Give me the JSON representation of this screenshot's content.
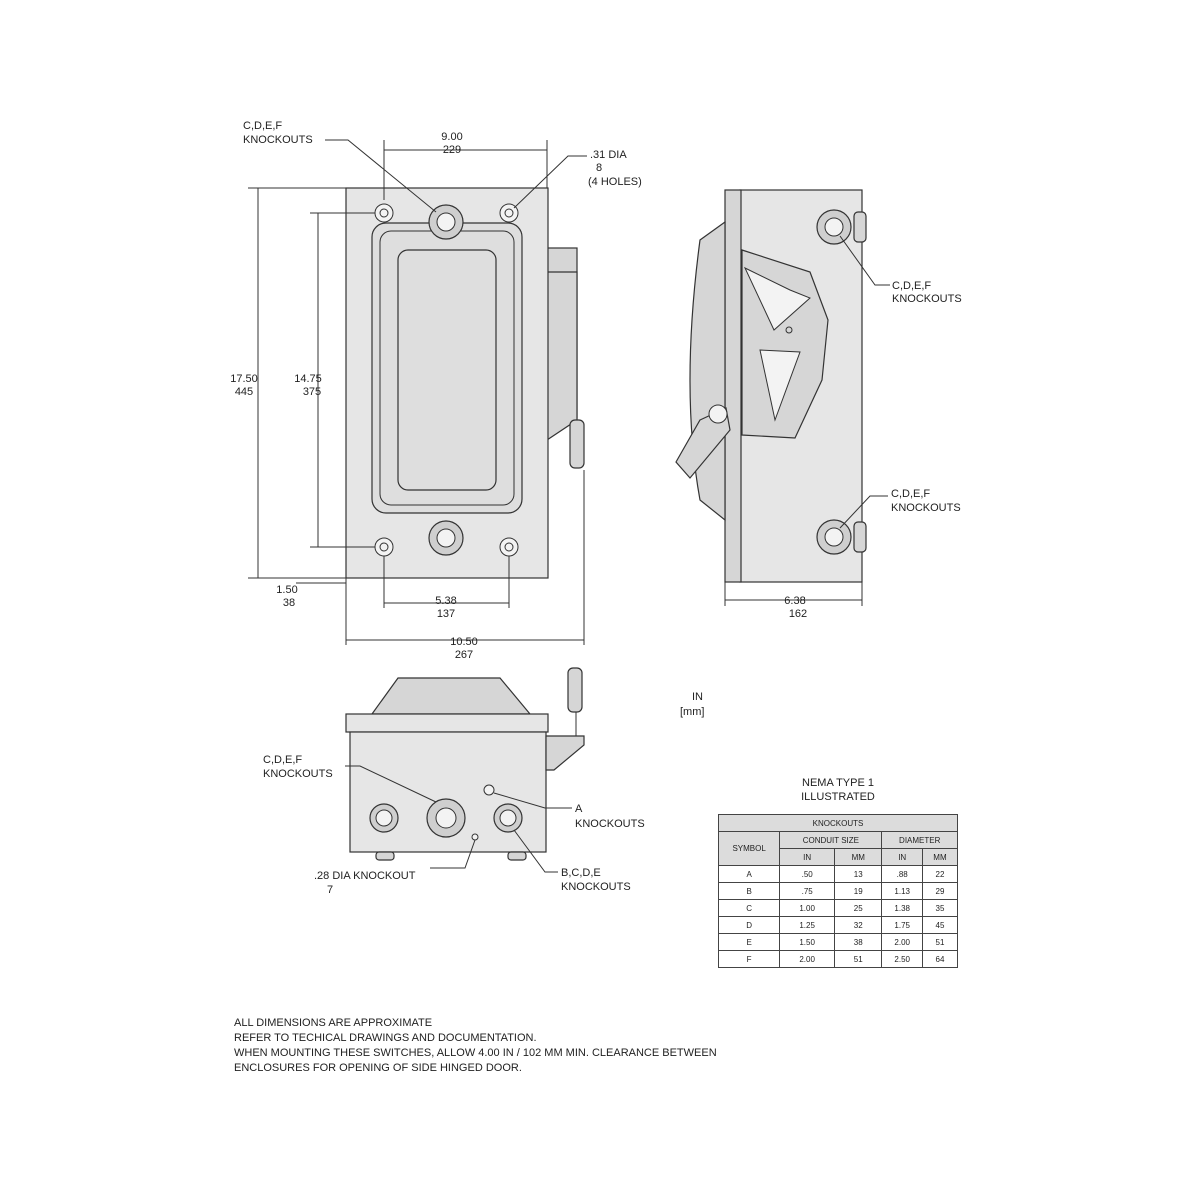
{
  "front_view": {
    "cdef_label_1": "C,D,E,F",
    "cdef_label_2": "KNOCKOUTS",
    "width_in": "9.00",
    "width_mm": "229",
    "hole_in": ".31 DIA",
    "hole_mm": "8",
    "hole_count": "(4 HOLES)",
    "height_in": "17.50",
    "height_mm": "445",
    "mount_h_in": "14.75",
    "mount_h_mm": "375",
    "offset_in": "1.50",
    "offset_mm": "38",
    "mount_w_in": "5.38",
    "mount_w_mm": "137",
    "overall_w_in": "10.50",
    "overall_w_mm": "267"
  },
  "side_view": {
    "top_ko_1": "C,D,E,F",
    "top_ko_2": "KNOCKOUTS",
    "bottom_ko_1": "C,D,E,F",
    "bottom_ko_2": "KNOCKOUTS",
    "depth_in": "6.38",
    "depth_mm": "162"
  },
  "bottom_view": {
    "cdef_1": "C,D,E,F",
    "cdef_2": "KNOCKOUTS",
    "a_1": "A",
    "a_2": "KNOCKOUTS",
    "small_1": ".28 DIA KNOCKOUT",
    "small_2": "7",
    "bcde_1": "B,C,D,E",
    "bcde_2": "KNOCKOUTS"
  },
  "units": {
    "line1": "IN",
    "line2": "[mm]"
  },
  "table": {
    "caption_1": "NEMA TYPE 1",
    "caption_2": "ILLUSTRATED",
    "title": "KNOCKOUTS",
    "symbol_header": "SYMBOL",
    "conduit_header": "CONDUIT SIZE",
    "diameter_header": "DIAMETER",
    "sub_headers": [
      "IN",
      "MM",
      "IN",
      "MM"
    ],
    "rows": [
      [
        "A",
        ".50",
        "13",
        ".88",
        "22"
      ],
      [
        "B",
        ".75",
        "19",
        "1.13",
        "29"
      ],
      [
        "C",
        "1.00",
        "25",
        "1.38",
        "35"
      ],
      [
        "D",
        "1.25",
        "32",
        "1.75",
        "45"
      ],
      [
        "E",
        "1.50",
        "38",
        "2.00",
        "51"
      ],
      [
        "F",
        "2.00",
        "51",
        "2.50",
        "64"
      ]
    ]
  },
  "notes": [
    "ALL DIMENSIONS ARE APPROXIMATE",
    "REFER TO TECHICAL DRAWINGS AND DOCUMENTATION.",
    "WHEN MOUNTING THESE SWITCHES, ALLOW 4.00 IN / 102 MM MIN. CLEARANCE BETWEEN",
    "ENCLOSURES FOR OPENING OF SIDE HINGED DOOR."
  ]
}
